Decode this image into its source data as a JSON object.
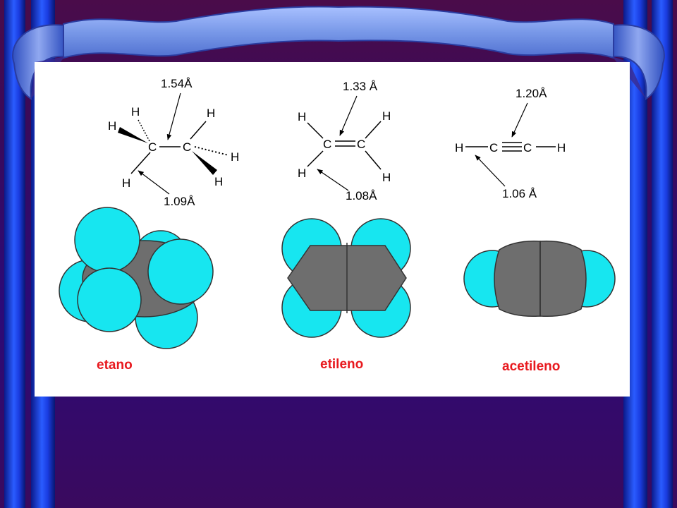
{
  "colors": {
    "hydrogen": "#17e6f0",
    "carbon": "#6e6e6e",
    "molecule_label": "#e8191e",
    "pillar_blue": "#1a3cf0",
    "banner_blue": "#8aa8f0",
    "panel": "#ffffff",
    "background": "#3a0a6a"
  },
  "atoms": {
    "hydrogen": "H",
    "carbon": "C"
  },
  "molecules": [
    {
      "id": "ethane",
      "name": "etano",
      "bond_cc": "1.54Å",
      "bond_ch": "1.09Å"
    },
    {
      "id": "ethylene",
      "name": "etileno",
      "bond_cc": "1.33 Å",
      "bond_ch": "1.08Å"
    },
    {
      "id": "acetylene",
      "name": "acetileno",
      "bond_cc": "1.20Å",
      "bond_ch": "1.06 Å"
    }
  ]
}
